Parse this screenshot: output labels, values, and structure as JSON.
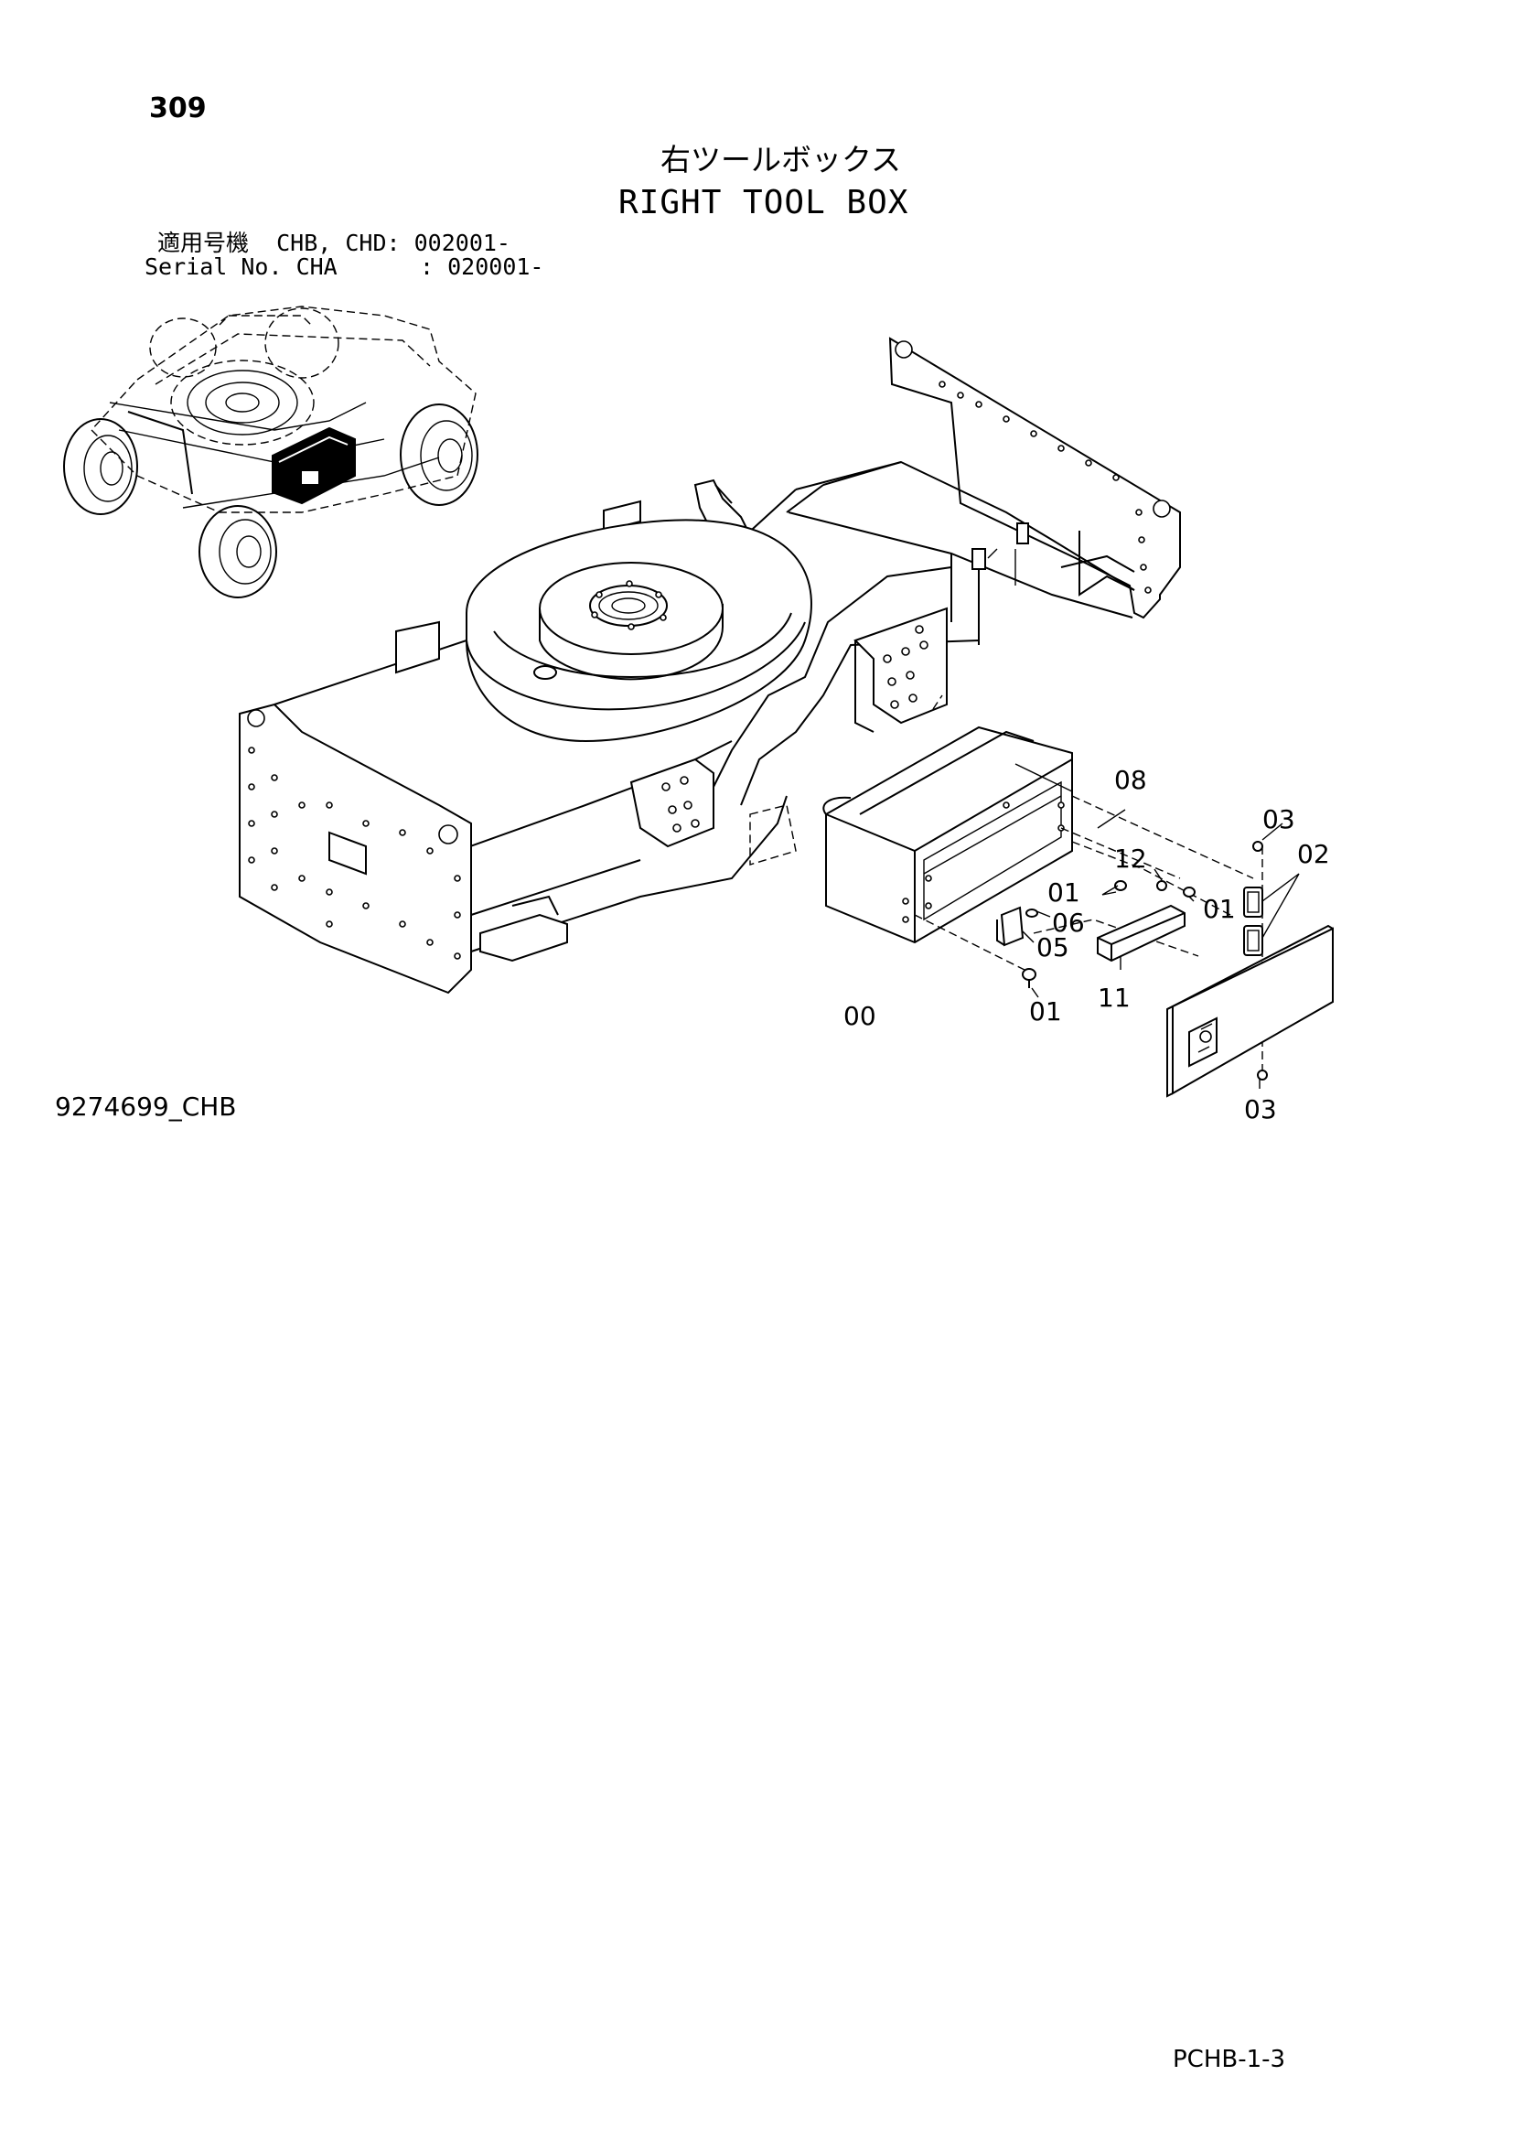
{
  "header": {
    "page_number": "309",
    "title_jp": "右ツールボックス",
    "title_en": "RIGHT TOOL BOX",
    "serial_line_1": "適用号機  CHB, CHD: 002001-",
    "serial_line_2": "Serial No. CHA      : 020001-"
  },
  "callouts": {
    "c00": "00",
    "c01a": "01",
    "c01b": "01",
    "c01c": "01",
    "c02": "02",
    "c03a": "03",
    "c03b": "03",
    "c05": "05",
    "c06": "06",
    "c08": "08",
    "c11": "11",
    "c12": "12"
  },
  "footer": {
    "drawing_number": "9274699_CHB",
    "page_code": "PCHB-1-3"
  }
}
